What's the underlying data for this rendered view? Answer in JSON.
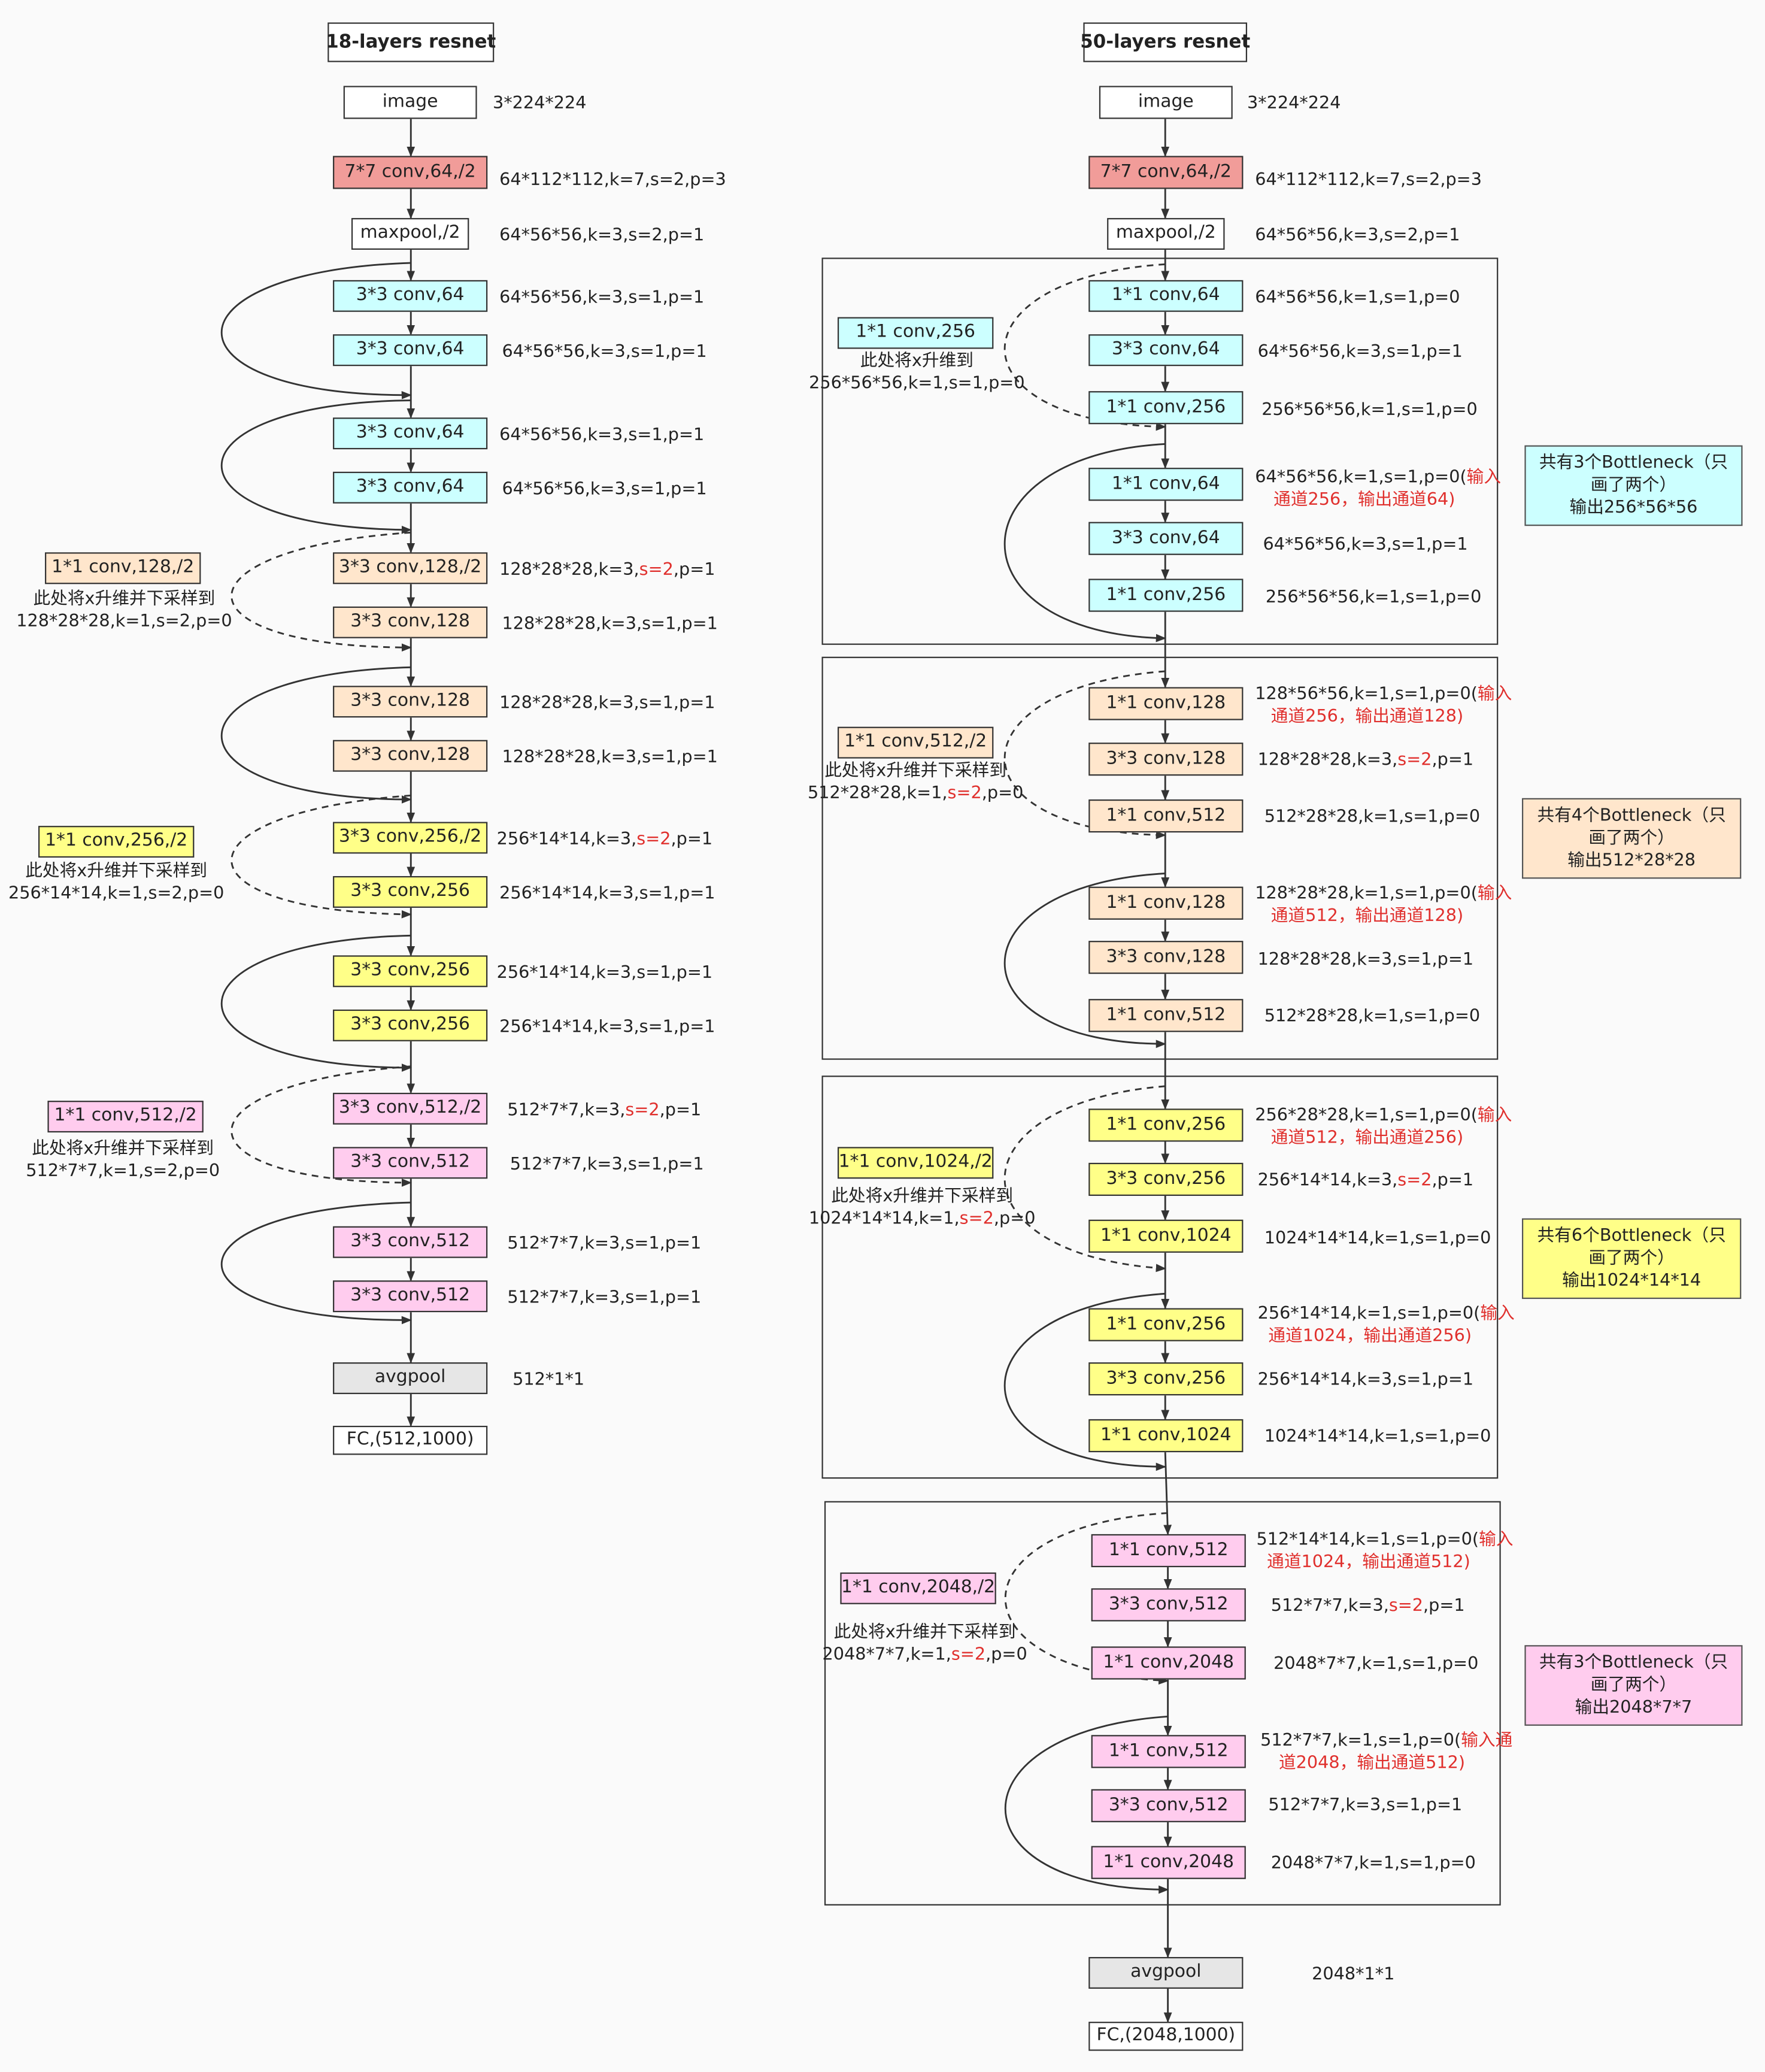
{
  "left": {
    "title": "18-layers resnet",
    "image": "image",
    "image_dim": "3*224*224",
    "conv1": "7*7 conv,64,/2",
    "conv1_dim": "64*112*112,k=7,s=2,p=3",
    "maxpool": "maxpool,/2",
    "maxpool_dim": "64*56*56,k=3,s=2,p=1",
    "b1": [
      "3*3 conv,64",
      "3*3 conv,64",
      "3*3 conv,64",
      "3*3 conv,64"
    ],
    "b1_dim": [
      "64*56*56,k=3,s=1,p=1",
      "64*56*56,k=3,s=1,p=1",
      "64*56*56,k=3,s=1,p=1",
      "64*56*56,k=3,s=1,p=1"
    ],
    "b2": [
      "3*3 conv,128,/2",
      "3*3 conv,128",
      "3*3 conv,128",
      "3*3 conv,128"
    ],
    "b2_dim_pre": "128*28*28,k=3,",
    "b2_dim_post": ",p=1",
    "b2_dim": [
      "128*28*28,k=3,s=1,p=1",
      "128*28*28,k=3,s=1,p=1",
      "128*28*28,k=3,s=1,p=1"
    ],
    "b3": [
      "3*3 conv,256,/2",
      "3*3 conv,256",
      "3*3 conv,256",
      "3*3 conv,256"
    ],
    "b3_dim_pre": "256*14*14,k=3,",
    "b3_dim_post": ",p=1",
    "b3_dim": [
      "256*14*14,k=3,s=1,p=1",
      "256*14*14,k=3,s=1,p=1",
      "256*14*14,k=3,s=1,p=1"
    ],
    "b4": [
      "3*3 conv,512,/2",
      "3*3 conv,512",
      "3*3 conv,512",
      "3*3 conv,512"
    ],
    "b4_dim_pre": "512*7*7,k=3,",
    "b4_dim_post": ",p=1",
    "b4_dim": [
      "512*7*7,k=3,s=1,p=1",
      "512*7*7,k=3,s=1,p=1",
      "512*7*7,k=3,s=1,p=1"
    ],
    "s2": "s=2",
    "avgpool": "avgpool",
    "avgpool_dim": "512*1*1",
    "fc": "FC,(512,1000)",
    "down1": {
      "box": "1*1 conv,128,/2",
      "l1": "此处将x升维并下采样到",
      "l2": "128*28*28,k=1,s=2,p=0"
    },
    "down2": {
      "box": "1*1 conv,256,/2",
      "l1": "此处将x升维并下采样到",
      "l2": "256*14*14,k=1,s=2,p=0"
    },
    "down3": {
      "box": "1*1 conv,512,/2",
      "l1": "此处将x升维并下采样到",
      "l2": "512*7*7,k=1,s=2,p=0"
    }
  },
  "right": {
    "title": "50-layers resnet",
    "image": "image",
    "image_dim": "3*224*224",
    "conv1": "7*7 conv,64,/2",
    "conv1_dim": "64*112*112,k=7,s=2,p=3",
    "maxpool": "maxpool,/2",
    "maxpool_dim": "64*56*56,k=3,s=2,p=1",
    "s2": "s=2",
    "g1": {
      "nodes": [
        "1*1 conv,64",
        "3*3 conv,64",
        "1*1 conv,256",
        "1*1 conv,64",
        "3*3 conv,64",
        "1*1 conv,256"
      ],
      "dims": [
        "64*56*56,k=1,s=1,p=0",
        "64*56*56,k=3,s=1,p=1",
        "256*56*56,k=1,s=1,p=0",
        "64*56*56,k=1,s=1,p=0(",
        "64*56*56,k=3,s=1,p=1",
        "256*56*56,k=1,s=1,p=0"
      ],
      "note_a": "输入",
      "note_b": "通道256，输出通道64)",
      "side_box": "1*1 conv,256",
      "side_l1": "此处将x升维到",
      "side_l2": "256*56*56,k=1,s=1,p=0",
      "summary": "共有3个Bottleneck（只\n画了两个）\n输出256*56*56"
    },
    "g2": {
      "nodes": [
        "1*1 conv,128",
        "3*3 conv,128",
        "1*1 conv,512",
        "1*1 conv,128",
        "3*3 conv,128",
        "1*1 conv,512"
      ],
      "dim0": "128*56*56,k=1,s=1,p=0(",
      "note0_a": "输入",
      "note0_b": "通道256，输出通道128)",
      "dim1_pre": "128*28*28,k=3,",
      "dim1_post": ",p=1",
      "dim2": "512*28*28,k=1,s=1,p=0",
      "dim3": "128*28*28,k=1,s=1,p=0(",
      "note3_a": "输入",
      "note3_b": "通道512，输出通道128)",
      "dim4": "128*28*28,k=3,s=1,p=1",
      "dim5": "512*28*28,k=1,s=1,p=0",
      "side_box": "1*1 conv,512,/2",
      "side_l1": "此处将x升维并下采样到",
      "side_l2_pre": "512*28*28,k=1,",
      "side_l2_post": ",p=0",
      "summary": "共有4个Bottleneck（只\n画了两个）\n输出512*28*28"
    },
    "g3": {
      "nodes": [
        "1*1 conv,256",
        "3*3 conv,256",
        "1*1 conv,1024",
        "1*1 conv,256",
        "3*3 conv,256",
        "1*1 conv,1024"
      ],
      "dim0": "256*28*28,k=1,s=1,p=0(",
      "note0_a": "输入",
      "note0_b": "通道512，输出通道256)",
      "dim1_pre": "256*14*14,k=3,",
      "dim1_post": ",p=1",
      "dim2": "1024*14*14,k=1,s=1,p=0",
      "dim3": "256*14*14,k=1,s=1,p=0(",
      "note3_a": "输入",
      "note3_b": "通道1024，输出通道256)",
      "dim4": "256*14*14,k=3,s=1,p=1",
      "dim5": "1024*14*14,k=1,s=1,p=0",
      "side_box": "1*1 conv,1024,/2",
      "side_l1": "此处将x升维并下采样到",
      "side_l2_pre": "1024*14*14,k=1,",
      "side_l2_post": ",p=0",
      "summary": "共有6个Bottleneck（只\n画了两个）\n输出1024*14*14"
    },
    "g4": {
      "nodes": [
        "1*1 conv,512",
        "3*3 conv,512",
        "1*1 conv,2048",
        "1*1 conv,512",
        "3*3 conv,512",
        "1*1 conv,2048"
      ],
      "dim0": "512*14*14,k=1,s=1,p=0(",
      "note0_a": "输入",
      "note0_b": "通道1024，输出通道512)",
      "dim1_pre": "512*7*7,k=3,",
      "dim1_post": ",p=1",
      "dim2": "2048*7*7,k=1,s=1,p=0",
      "dim3": "512*7*7,k=1,s=1,p=0(",
      "note3_a": "输入通",
      "note3_b": "道2048，输出通道512)",
      "dim4": "512*7*7,k=3,s=1,p=1",
      "dim5": "2048*7*7,k=1,s=1,p=0",
      "side_box": "1*1 conv,2048,/2",
      "side_l1": "此处将x升维并下采样到",
      "side_l2_pre": "2048*7*7,k=1,",
      "side_l2_post": ",p=0",
      "summary": "共有3个Bottleneck（只\n画了两个）\n输出2048*7*7"
    },
    "avgpool": "avgpool",
    "avgpool_dim": "2048*1*1",
    "fc": "FC,(2048,1000)"
  },
  "colors": {
    "red": "#f19c99",
    "cyan": "#ccffff",
    "peach": "#ffe6cc",
    "yellow": "#ffff88",
    "pink": "#ffccee",
    "grey": "#e6e6e6",
    "highlight": "#e0302d"
  }
}
